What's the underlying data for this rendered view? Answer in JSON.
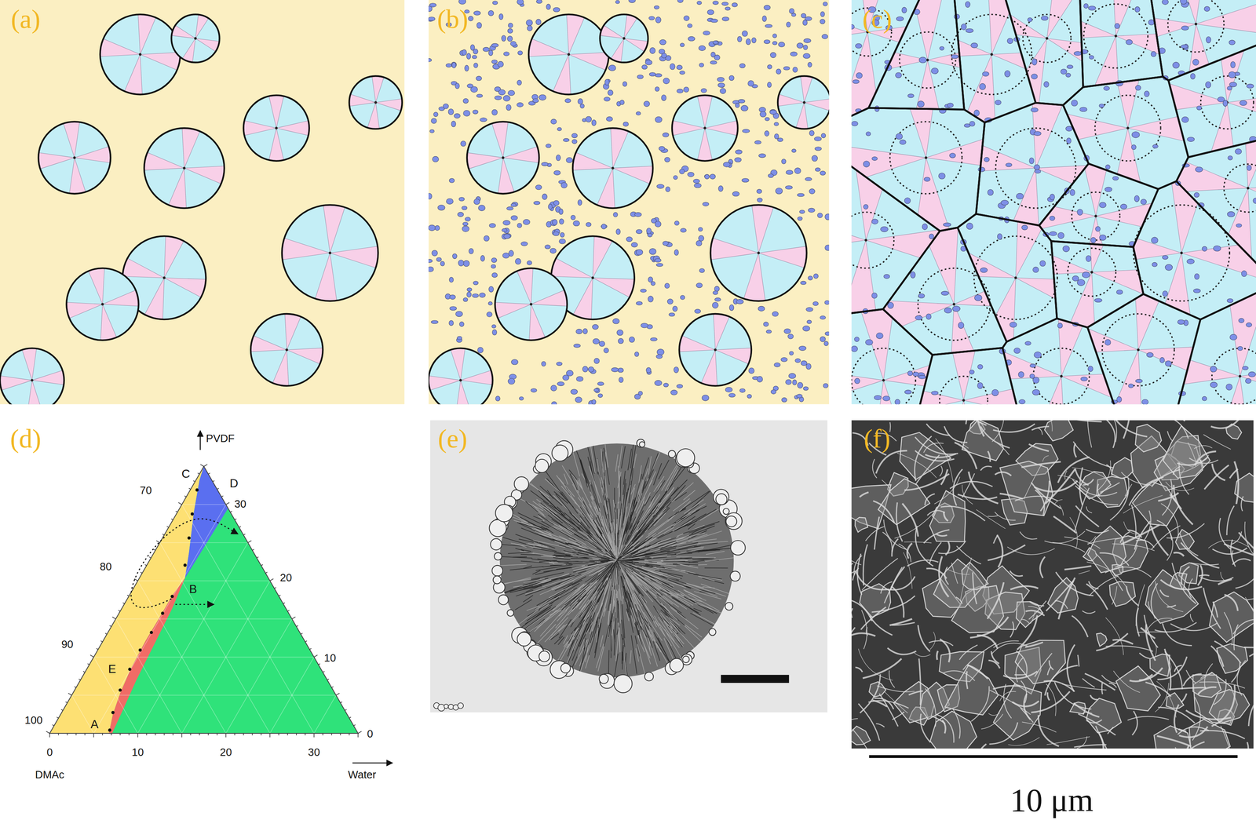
{
  "diagram": {
    "labels": [
      "(a)",
      "(b)",
      "(c)",
      "(d)",
      "(e)",
      "(f)",
      "PVDF",
      "C",
      "70",
      "D",
      "30",
      "80",
      "20",
      "B",
      "90",
      "10",
      "E",
      "100",
      "A",
      "0",
      "0",
      "DMAc",
      "10",
      "20",
      "30",
      "Water",
      "10 μm"
    ]
  }
}
